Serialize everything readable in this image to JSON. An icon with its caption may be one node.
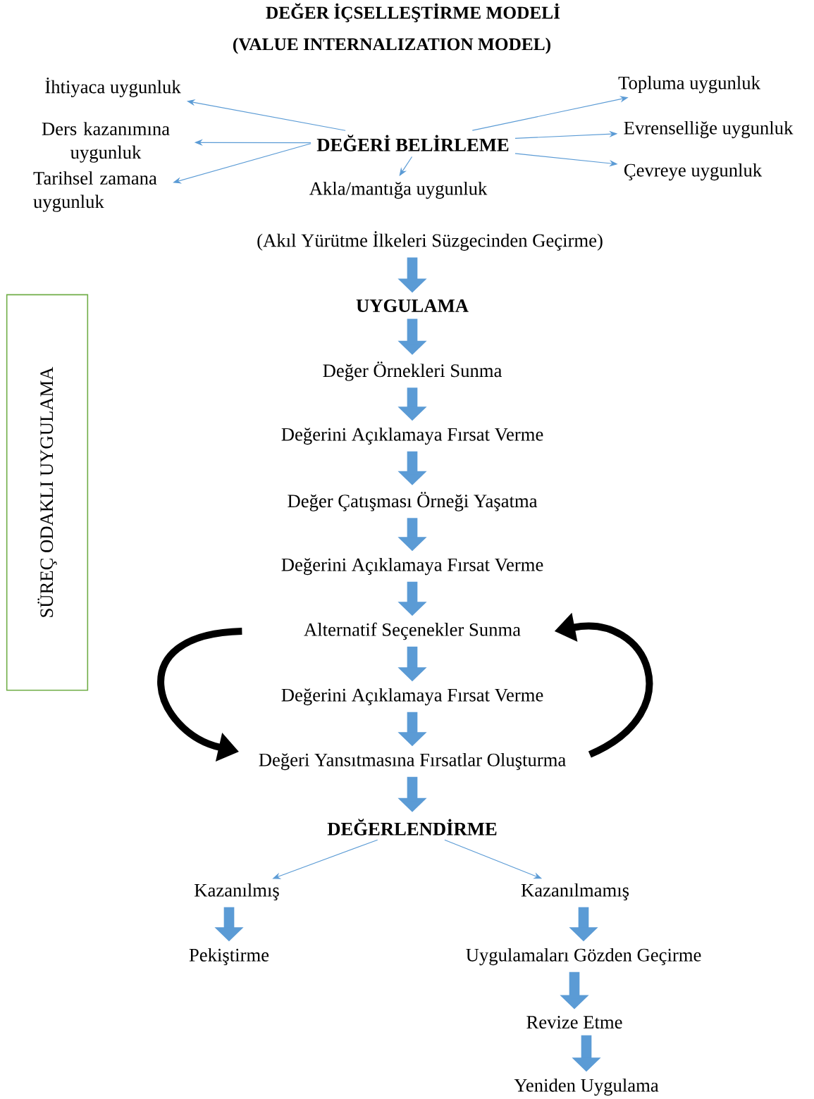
{
  "diagram": {
    "title": "DEĞER İÇSELLEŞTİRME MODELİ",
    "nodes": [
      {
        "text": [
          "DEĞERİ BELİRLEME"
        ]
      },
      {
        "text": [
          "İhtiyaca uygunluk"
        ]
      },
      {
        "text": [
          "Ders kazanımına uygunluk"
        ]
      },
      {
        "text": [
          "Tarihsel zamana uygunluk"
        ]
      },
      {
        "text": [
          "Akla/mantığa uygunluk"
        ]
      },
      {
        "text": [
          "Topluma uygunluk"
        ]
      },
      {
        "text": [
          "Evrenselliğe uygunluk"
        ]
      },
      {
        "text": [
          "Çevreye uygunluk"
        ]
      },
      {
        "text": [
          "(Akıl Yürütme İlkeleri Süzgecinden Geçirme)"
        ]
      },
      {
        "text": [
          "UYGULAMA"
        ]
      },
      {
        "text": [
          "Değer Örnekleri Sunma"
        ]
      },
      {
        "text": [
          "Değerini Açıklamaya Fırsat Verme"
        ]
      },
      {
        "text": [
          "Değer Çatışması Örneği Yaşatma"
        ]
      },
      {
        "text": [
          "Değerini Açıklamaya Fırsat Verme"
        ]
      },
      {
        "text": [
          "Alternatif Seçenekler Sunma"
        ]
      },
      {
        "text": [
          "Değerini Açıklamaya Fırsat Verme"
        ]
      },
      {
        "text": [
          "Değeri Yansıtmasına Fırsatlar Oluşturma"
        ]
      },
      {
        "text": [
          "DEĞERLENDİRME"
        ]
      },
      {
        "text": [
          "Kazanılmış"
        ]
      },
      {
        "text": [
          "Pekiştirme"
        ]
      },
      {
        "text": [
          "Kazanılmamış"
        ]
      },
      {
        "text": [
          "Uygulamaları Gözden Geçirme"
        ]
      },
      {
        "text": [
          "Revize Etme"
        ]
      },
      {
        "text": [
          "Yeniden Uygulama"
        ]
      },
      {
        "text": [
          "SÜREÇ ODAKLI UYGULAMA"
        ]
      }
    ],
    "edges": [
      {
        "from": 0,
        "to": 1,
        "arrow": "to"
      },
      {
        "from": 0,
        "to": 2,
        "arrow": "to"
      },
      {
        "from": 0,
        "to": 3,
        "arrow": "to"
      },
      {
        "from": 0,
        "to": 4,
        "arrow": "to"
      },
      {
        "from": 0,
        "to": 5,
        "arrow": "to"
      },
      {
        "from": 0,
        "to": 6,
        "arrow": "to"
      },
      {
        "from": 0,
        "to": 7,
        "arrow": "to"
      },
      {
        "from": 8,
        "to": 9,
        "arrow": "to"
      },
      {
        "from": 9,
        "to": 10,
        "arrow": "to"
      },
      {
        "from": 10,
        "to": 11,
        "arrow": "to"
      },
      {
        "from": 11,
        "to": 12,
        "arrow": "to"
      },
      {
        "from": 12,
        "to": 13,
        "arrow": "to"
      },
      {
        "from": 13,
        "to": 14,
        "arrow": "to"
      },
      {
        "from": 14,
        "to": 15,
        "arrow": "to"
      },
      {
        "from": 15,
        "to": 16,
        "arrow": "to"
      },
      {
        "from": 16,
        "to": 17,
        "arrow": "to"
      },
      {
        "from": 14,
        "to": 16,
        "arrow": "to",
        "color": "#000000"
      },
      {
        "from": 16,
        "to": 14,
        "arrow": "to",
        "color": "#000000"
      },
      {
        "from": 17,
        "to": 18,
        "arrow": "to"
      },
      {
        "from": 17,
        "to": 20,
        "arrow": "to"
      },
      {
        "from": 18,
        "to": 19,
        "arrow": "to"
      },
      {
        "from": 20,
        "to": 21,
        "arrow": "to"
      },
      {
        "from": 21,
        "to": 22,
        "arrow": "to"
      },
      {
        "from": 22,
        "to": 23,
        "arrow": "to"
      }
    ],
    "labels": [
      "(VALUE INTERNALIZATION MODEL)"
    ]
  }
}
